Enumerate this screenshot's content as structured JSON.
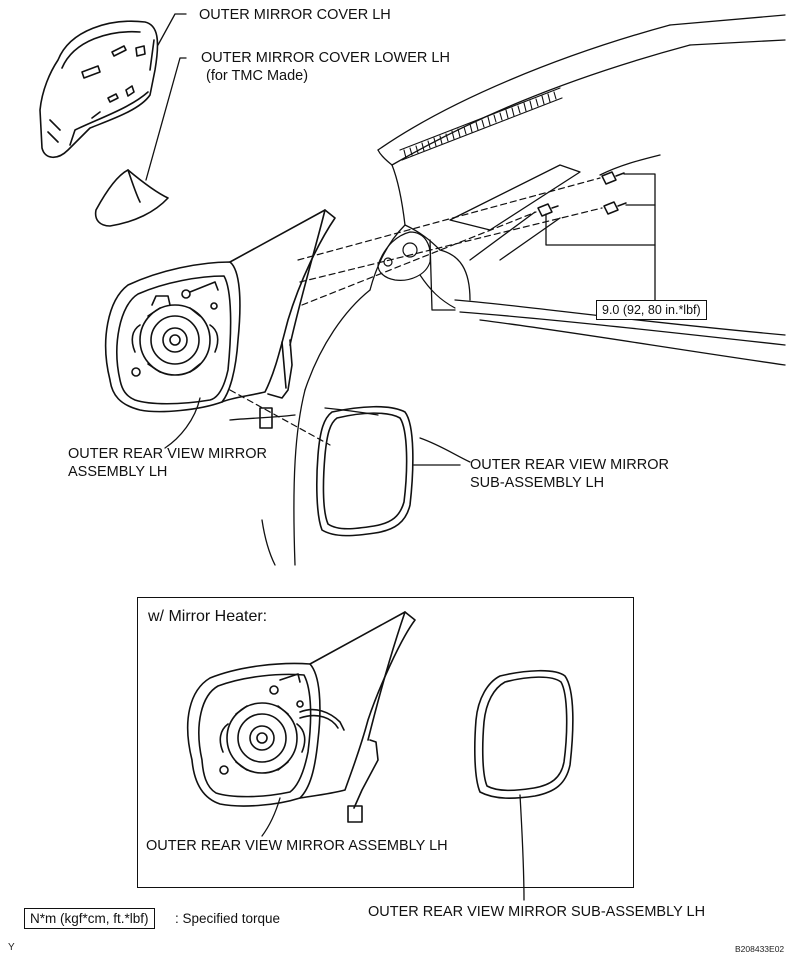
{
  "labels": {
    "outer_mirror_cover": "OUTER MIRROR COVER LH",
    "outer_mirror_cover_lower_line1": "OUTER MIRROR COVER LOWER LH",
    "outer_mirror_cover_lower_line2": "(for TMC Made)",
    "mirror_assembly_line1": "OUTER REAR VIEW MIRROR",
    "mirror_assembly_line2": "ASSEMBLY LH",
    "mirror_sub_assembly_line1": "OUTER REAR VIEW MIRROR",
    "mirror_sub_assembly_line2": "SUB-ASSEMBLY LH",
    "torque_value": "9.0 (92, 80 in.*lbf)",
    "heater_title": "w/ Mirror Heater:",
    "heater_assembly": "OUTER REAR VIEW MIRROR ASSEMBLY LH",
    "heater_sub_assembly": "OUTER REAR VIEW MIRROR SUB-ASSEMBLY LH"
  },
  "legend": {
    "unit": "N*m (kgf*cm, ft.*lbf)",
    "description": ": Specified torque"
  },
  "footer": {
    "left_code": "Y",
    "figure_id": "B208433E02"
  }
}
